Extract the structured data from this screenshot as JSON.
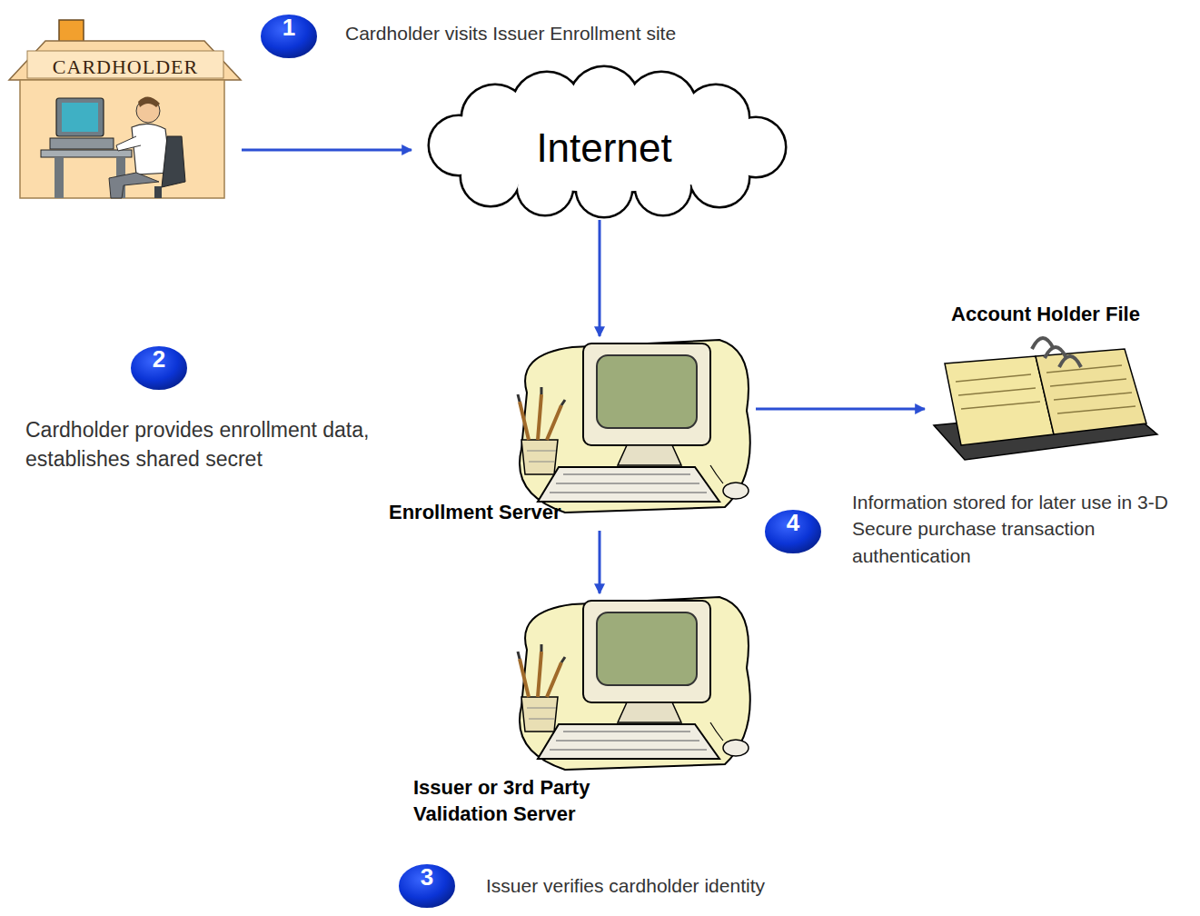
{
  "diagram": {
    "nodes": [
      {
        "text": [
          "1"
        ]
      },
      {
        "text": [
          "CARDHOLDER"
        ]
      },
      {
        "text": [
          "Internet"
        ]
      },
      {
        "text": [
          "2"
        ]
      },
      {
        "text": [
          "Enrollment Server"
        ]
      },
      {
        "text": [
          "Account Holder File"
        ]
      },
      {
        "text": [
          "4"
        ]
      },
      {
        "text": [
          "Issuer or 3rd Party Validation Server"
        ]
      },
      {
        "text": [
          "3"
        ]
      }
    ],
    "edges": [
      {
        "from": 1,
        "to": 2,
        "arrow": "to"
      },
      {
        "from": 2,
        "to": 4,
        "arrow": "to"
      },
      {
        "from": 4,
        "to": 5,
        "arrow": "to"
      },
      {
        "from": 4,
        "to": 7,
        "arrow": "to"
      }
    ],
    "labels": [
      "Cardholder visits Issuer Enrollment site",
      "Cardholder provides enrollment data, establishes shared secret",
      "Information stored for later use in 3-D Secure purchase transaction authentication",
      "Issuer verifies cardholder identity"
    ]
  }
}
